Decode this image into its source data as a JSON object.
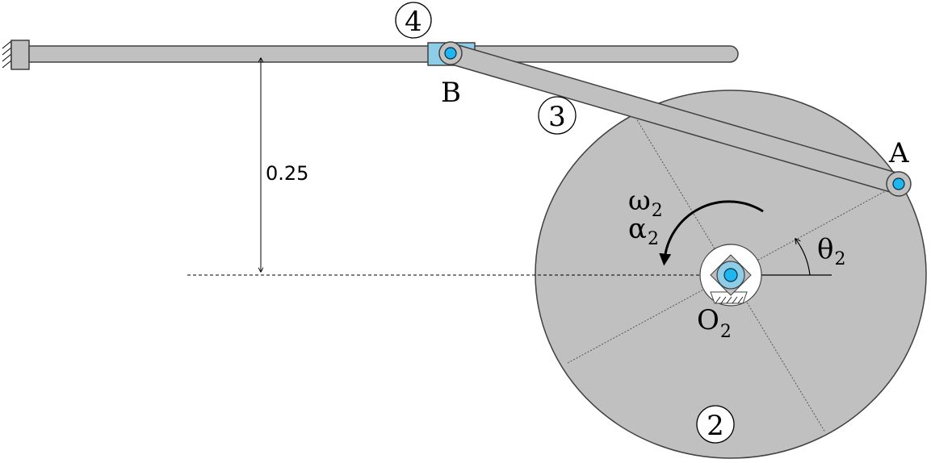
{
  "labels": {
    "link4": "4",
    "link3": "3",
    "link2": "2",
    "pointB": "B",
    "pointA": "A",
    "pivot": "O",
    "pivot_sub": "2",
    "omega": "ω",
    "omega_sub": "2",
    "alpha": "α",
    "alpha_sub": "2",
    "theta": "θ",
    "theta_sub": "2",
    "offset": "0.25"
  },
  "colors": {
    "link_fill": "#c0c0c0",
    "link_stroke": "#404040",
    "joint": "#1fb6f0",
    "slider": "#8ecde8",
    "background": "#ffffff"
  }
}
